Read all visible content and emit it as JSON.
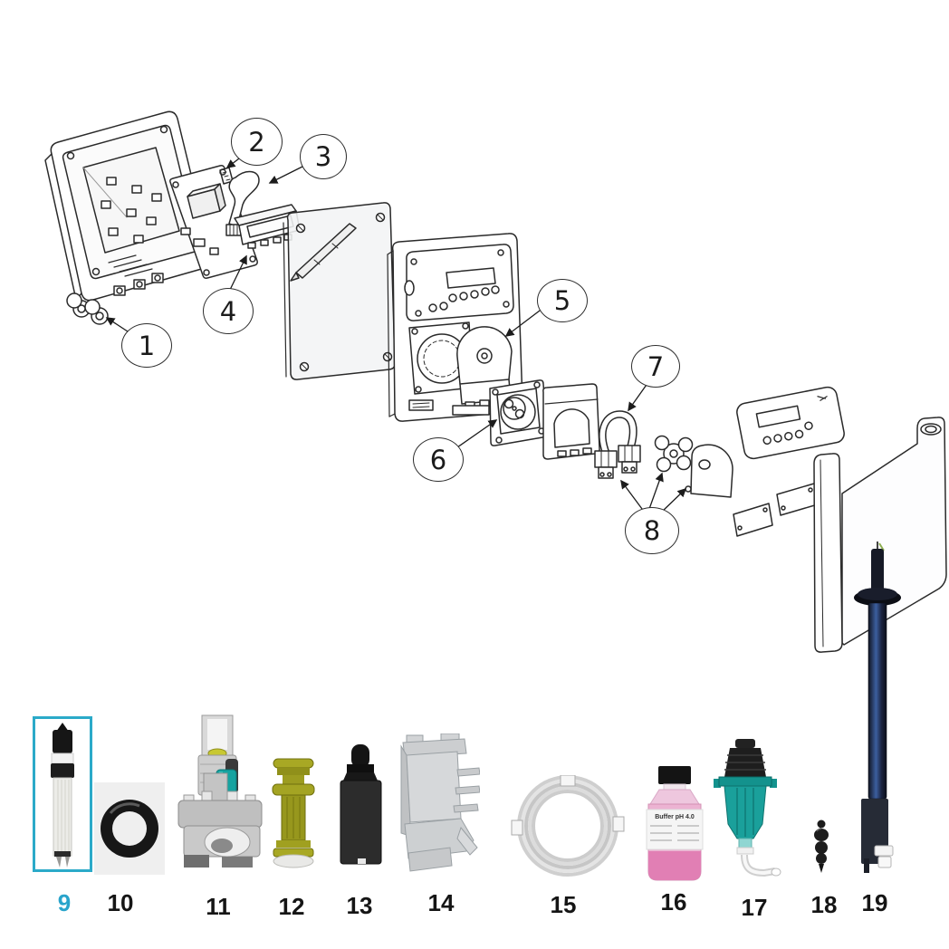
{
  "callouts": [
    {
      "num": "1"
    },
    {
      "num": "2"
    },
    {
      "num": "3"
    },
    {
      "num": "4"
    },
    {
      "num": "5"
    },
    {
      "num": "6"
    },
    {
      "num": "7"
    },
    {
      "num": "8"
    }
  ],
  "parts": [
    {
      "num": "9",
      "selected": true
    },
    {
      "num": "10"
    },
    {
      "num": "11"
    },
    {
      "num": "12"
    },
    {
      "num": "13"
    },
    {
      "num": "14"
    },
    {
      "num": "15"
    },
    {
      "num": "16"
    },
    {
      "num": "17"
    },
    {
      "num": "18"
    },
    {
      "num": "19"
    }
  ],
  "bottle_label": "Buffer pH 4.0",
  "colors": {
    "highlight_box": "#2BAAC9",
    "selected_number": "#29A4CB",
    "number": "#151515",
    "line_art": "#2a2a2a",
    "teal_part": "#1aa09b",
    "olive_part": "#9b9b1f",
    "lance_blue": "#2c3c66",
    "buffer_pink": "#ecb3d2"
  }
}
